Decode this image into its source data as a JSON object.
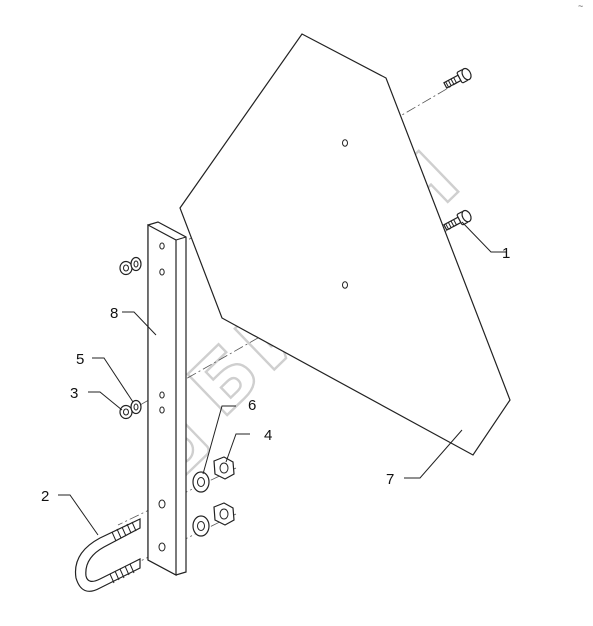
{
  "diagram": {
    "callouts": [
      {
        "id": "1",
        "label": "1"
      },
      {
        "id": "2",
        "label": "2"
      },
      {
        "id": "3",
        "label": "3"
      },
      {
        "id": "4",
        "label": "4"
      },
      {
        "id": "5",
        "label": "5"
      },
      {
        "id": "6",
        "label": "6"
      },
      {
        "id": "7",
        "label": "7"
      },
      {
        "id": "8",
        "label": "8"
      }
    ],
    "watermark": {
      "text": "БИЗОН"
    },
    "corner_mark": "~",
    "colors": {
      "line": "#222222",
      "watermark": "#cfcfcf",
      "background": "#ffffff"
    }
  }
}
